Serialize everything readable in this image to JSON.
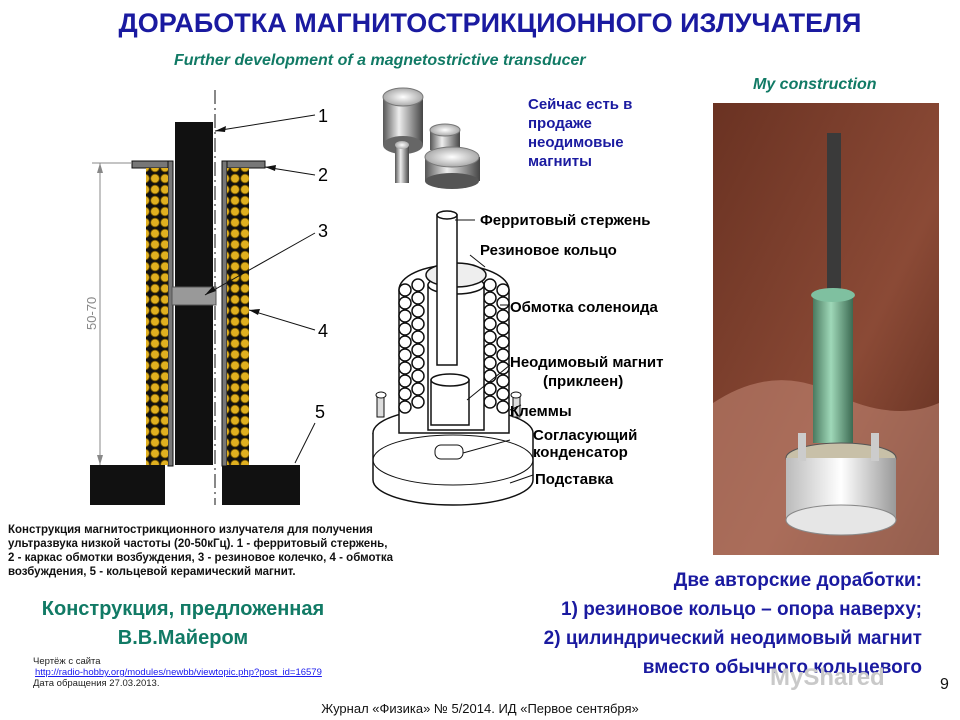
{
  "title": "ДОРАБОТКА МАГНИТОСТРИКЦИОННОГО ИЗЛУЧАТЕЛЯ",
  "subtitle": "Further development of a magnetostrictive transducer",
  "my_construction": "My construction",
  "magnets_text": [
    "Сейчас есть в",
    "продаже",
    "неодимовые",
    "магниты"
  ],
  "left_diagram": {
    "callouts": [
      "1",
      "2",
      "3",
      "4",
      "5"
    ],
    "dimension_label": "50-70"
  },
  "middle_diagram": {
    "labels": [
      "Ферритовый стержень",
      "Резиновое кольцо",
      "Обмотка соленоида",
      "Неодимовый магнит",
      "(приклеен)",
      "Клеммы",
      "Согласующий",
      "конденсатор",
      "Подставка"
    ]
  },
  "caption_lines": [
    "Конструкция магнитострикционного излучателя для получения",
    "ультразвука низкой частоты (20-50кГц). 1 - ферритовый стержень,",
    "2 - каркас обмотки возбуждения, 3 - резиновое колечко, 4 - обмотка",
    "возбуждения, 5 - кольцевой керамический магнит."
  ],
  "mayer_lines": [
    "Конструкция, предложенная",
    "В.В.Майером"
  ],
  "source": {
    "prefix": "Чертёж с сайта",
    "url": "http://radio-hobby.org/modules/newbb/viewtopic.php?post_id=16579",
    "date": "Дата обращения 27.03.2013."
  },
  "authors_lines": [
    "Две авторские доработки:",
    "1) резиновое кольцо – опора наверху;",
    "2) цилиндрический неодимовый магнит",
    "вместо обычного кольцевого"
  ],
  "page_number": "9",
  "footer": "Журнал «Физика» № 5/2014. ИД «Первое сентября»",
  "watermark": "MyShared",
  "colors": {
    "title": "#1a1aa0",
    "accent_green": "#117a65",
    "coil_gold": "#e0b020",
    "link": "#1a1aee"
  }
}
